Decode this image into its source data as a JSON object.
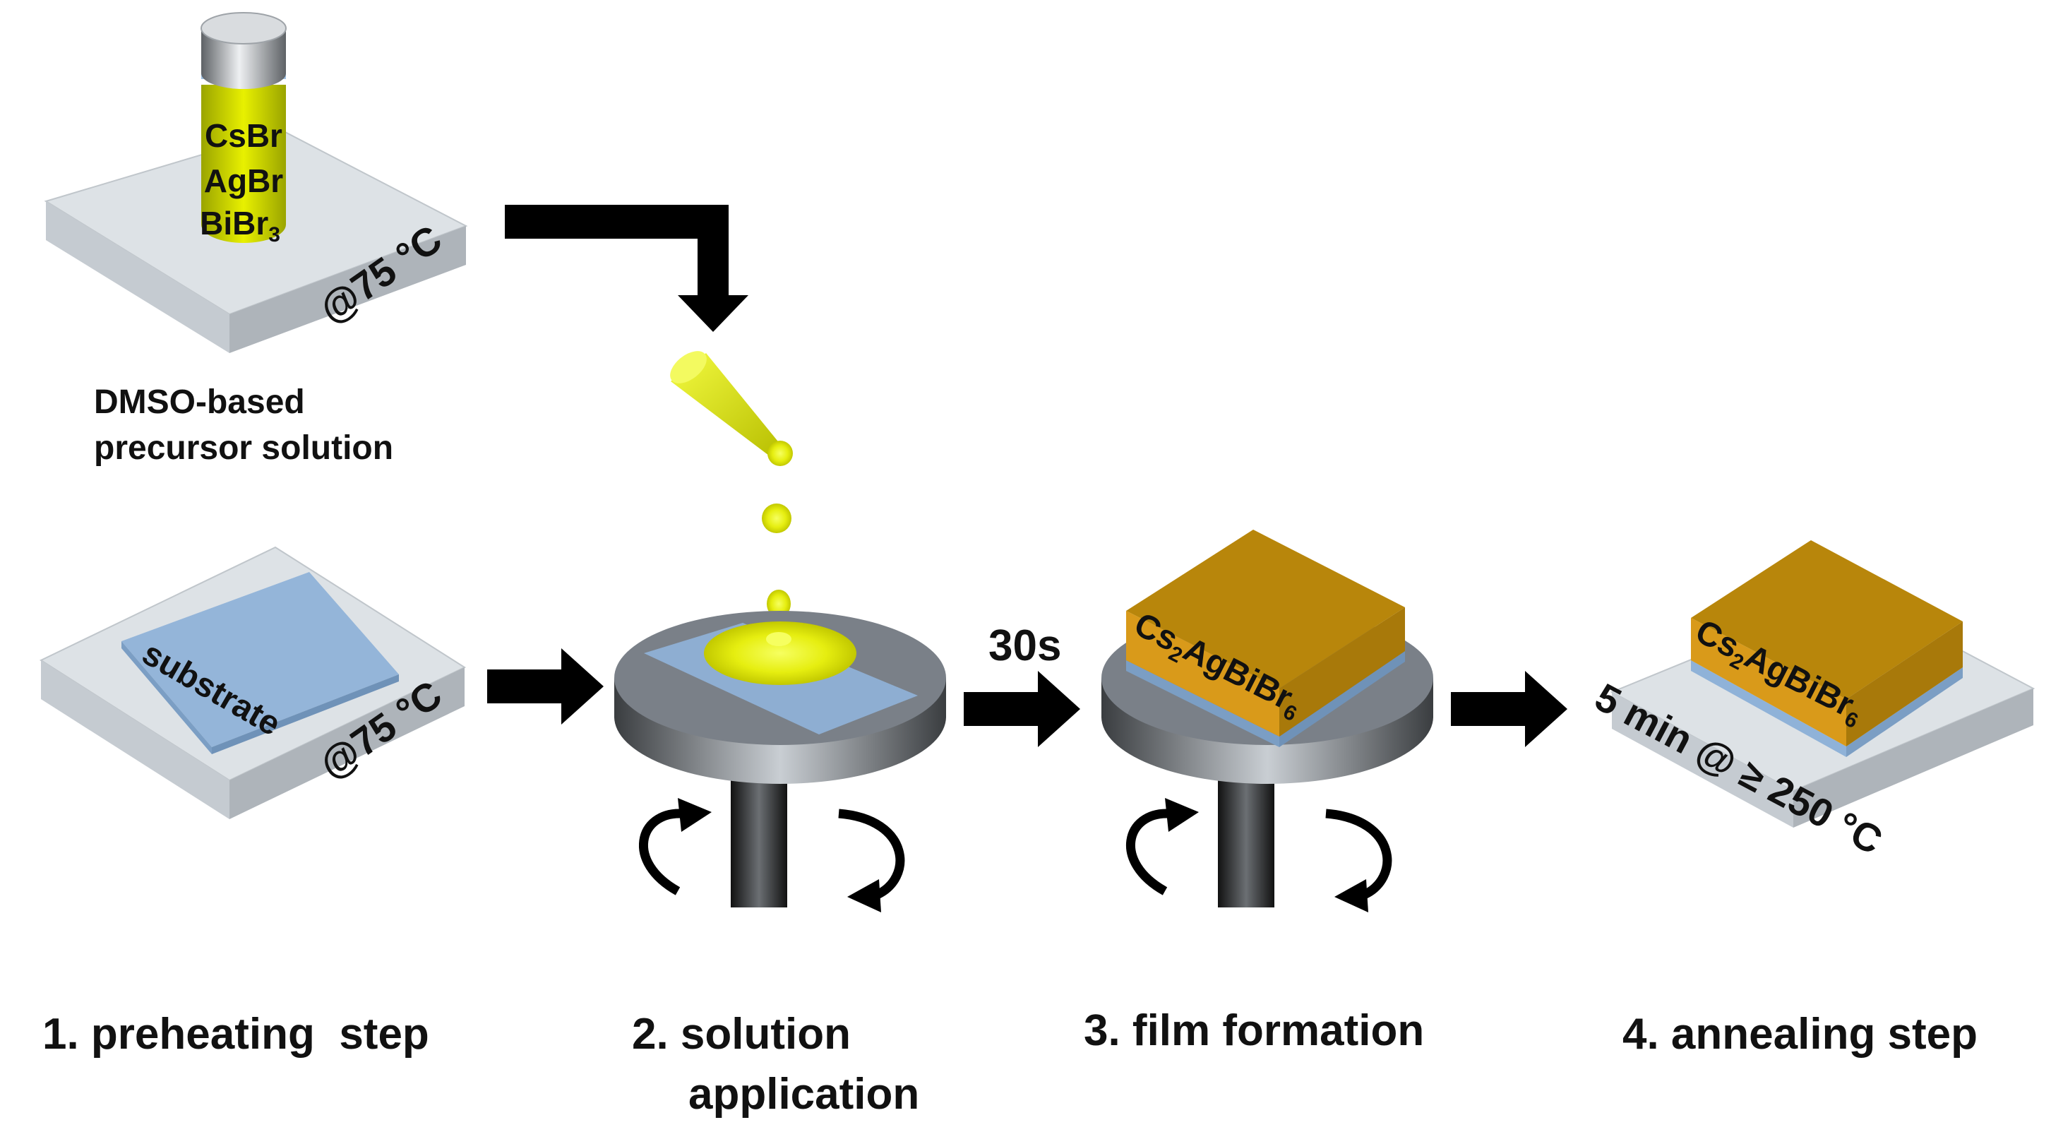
{
  "vial": {
    "line1": "CsBr",
    "line2": "AgBr",
    "line3_main": "BiBr",
    "line3_sub": "3"
  },
  "plate1": {
    "temp": "@75 °C"
  },
  "precursor": {
    "line1": "DMSO-based",
    "line2": "precursor solution"
  },
  "substrate_plate": {
    "label": "substrate",
    "temp": "@75 °C"
  },
  "arrow_time": "30s",
  "film": {
    "pre": "Cs",
    "sub1": "2",
    "mid": "AgBiBr",
    "sub2": "6"
  },
  "anneal": {
    "temp": "5 min @ ≥ 250 °C"
  },
  "steps": {
    "s1": "1. preheating  step",
    "s2_line1": "2. solution",
    "s2_line2": "application",
    "s3": "3. film formation",
    "s4": "4. annealing step"
  },
  "colors": {
    "plate_top": "#dde2e6",
    "plate_front": "#b3b9bf",
    "plate_side": "#c5cbd1",
    "substrate": "#8fb2d8",
    "yellow": "#e8f00e",
    "gold": "#b8860b",
    "gold_front": "#d99a1a",
    "arrow": "#000000",
    "spin_top": "#7a8088"
  }
}
